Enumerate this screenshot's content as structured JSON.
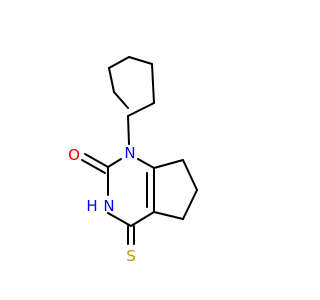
{
  "atoms": {
    "oxygen": {
      "label": "O",
      "color": "#ff0000"
    },
    "n1": {
      "label": "N",
      "color": "#0000ff"
    },
    "n3": {
      "label": "N",
      "color": "#0000ff"
    },
    "n3_h": {
      "label": "H",
      "color": "#0000ff"
    },
    "sulfur": {
      "label": "S",
      "color": "#b2a000"
    }
  }
}
